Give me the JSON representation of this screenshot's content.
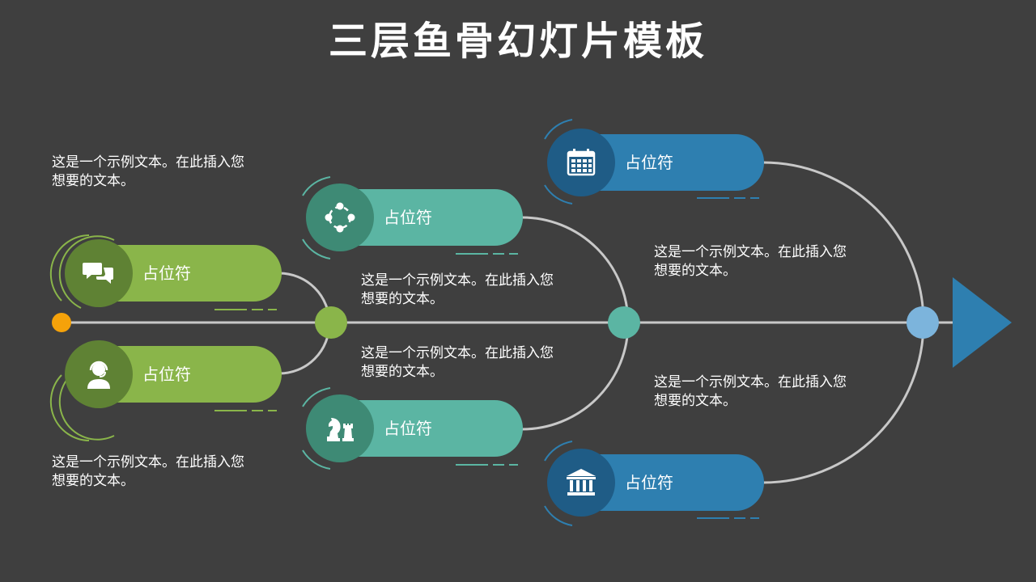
{
  "title": "三层鱼骨幻灯片模板",
  "colors": {
    "background": "#3f3f3f",
    "line": "#c8c8c8",
    "start_dot": "#f5a20a",
    "green": "#8ab54a",
    "green_dark": "#5f8234",
    "teal": "#5bb5a3",
    "teal_dark": "#3e8a75",
    "blue": "#2e7fb0",
    "blue_dark": "#1f5c86",
    "blue_light": "#7cb4dc",
    "arrow": "#2e7fb0"
  },
  "nodes": [
    {
      "id": "green-top",
      "label": "占位符",
      "icon": "chat-bubbles-icon"
    },
    {
      "id": "green-bottom",
      "label": "占位符",
      "icon": "headset-user-icon"
    },
    {
      "id": "teal-top",
      "label": "占位符",
      "icon": "network-cycle-icon"
    },
    {
      "id": "teal-bottom",
      "label": "占位符",
      "icon": "chess-pieces-icon"
    },
    {
      "id": "blue-top",
      "label": "占位符",
      "icon": "calendar-icon"
    },
    {
      "id": "blue-bottom",
      "label": "占位符",
      "icon": "bank-icon"
    }
  ],
  "descriptions": [
    {
      "line1": "这是一个示例文本。在此插入您",
      "line2": "想要的文本。"
    },
    {
      "line1": "这是一个示例文本。在此插入您",
      "line2": "想要的文本。"
    },
    {
      "line1": "这是一个示例文本。在此插入您",
      "line2": "想要的文本。"
    },
    {
      "line1": "这是一个示例文本。在此插入您",
      "line2": "想要的文本。"
    },
    {
      "line1": "这是一个示例文本。在此插入您",
      "line2": "想要的文本。"
    },
    {
      "line1": "这是一个示例文本。在此插入您",
      "line2": "想要的文本。"
    }
  ]
}
